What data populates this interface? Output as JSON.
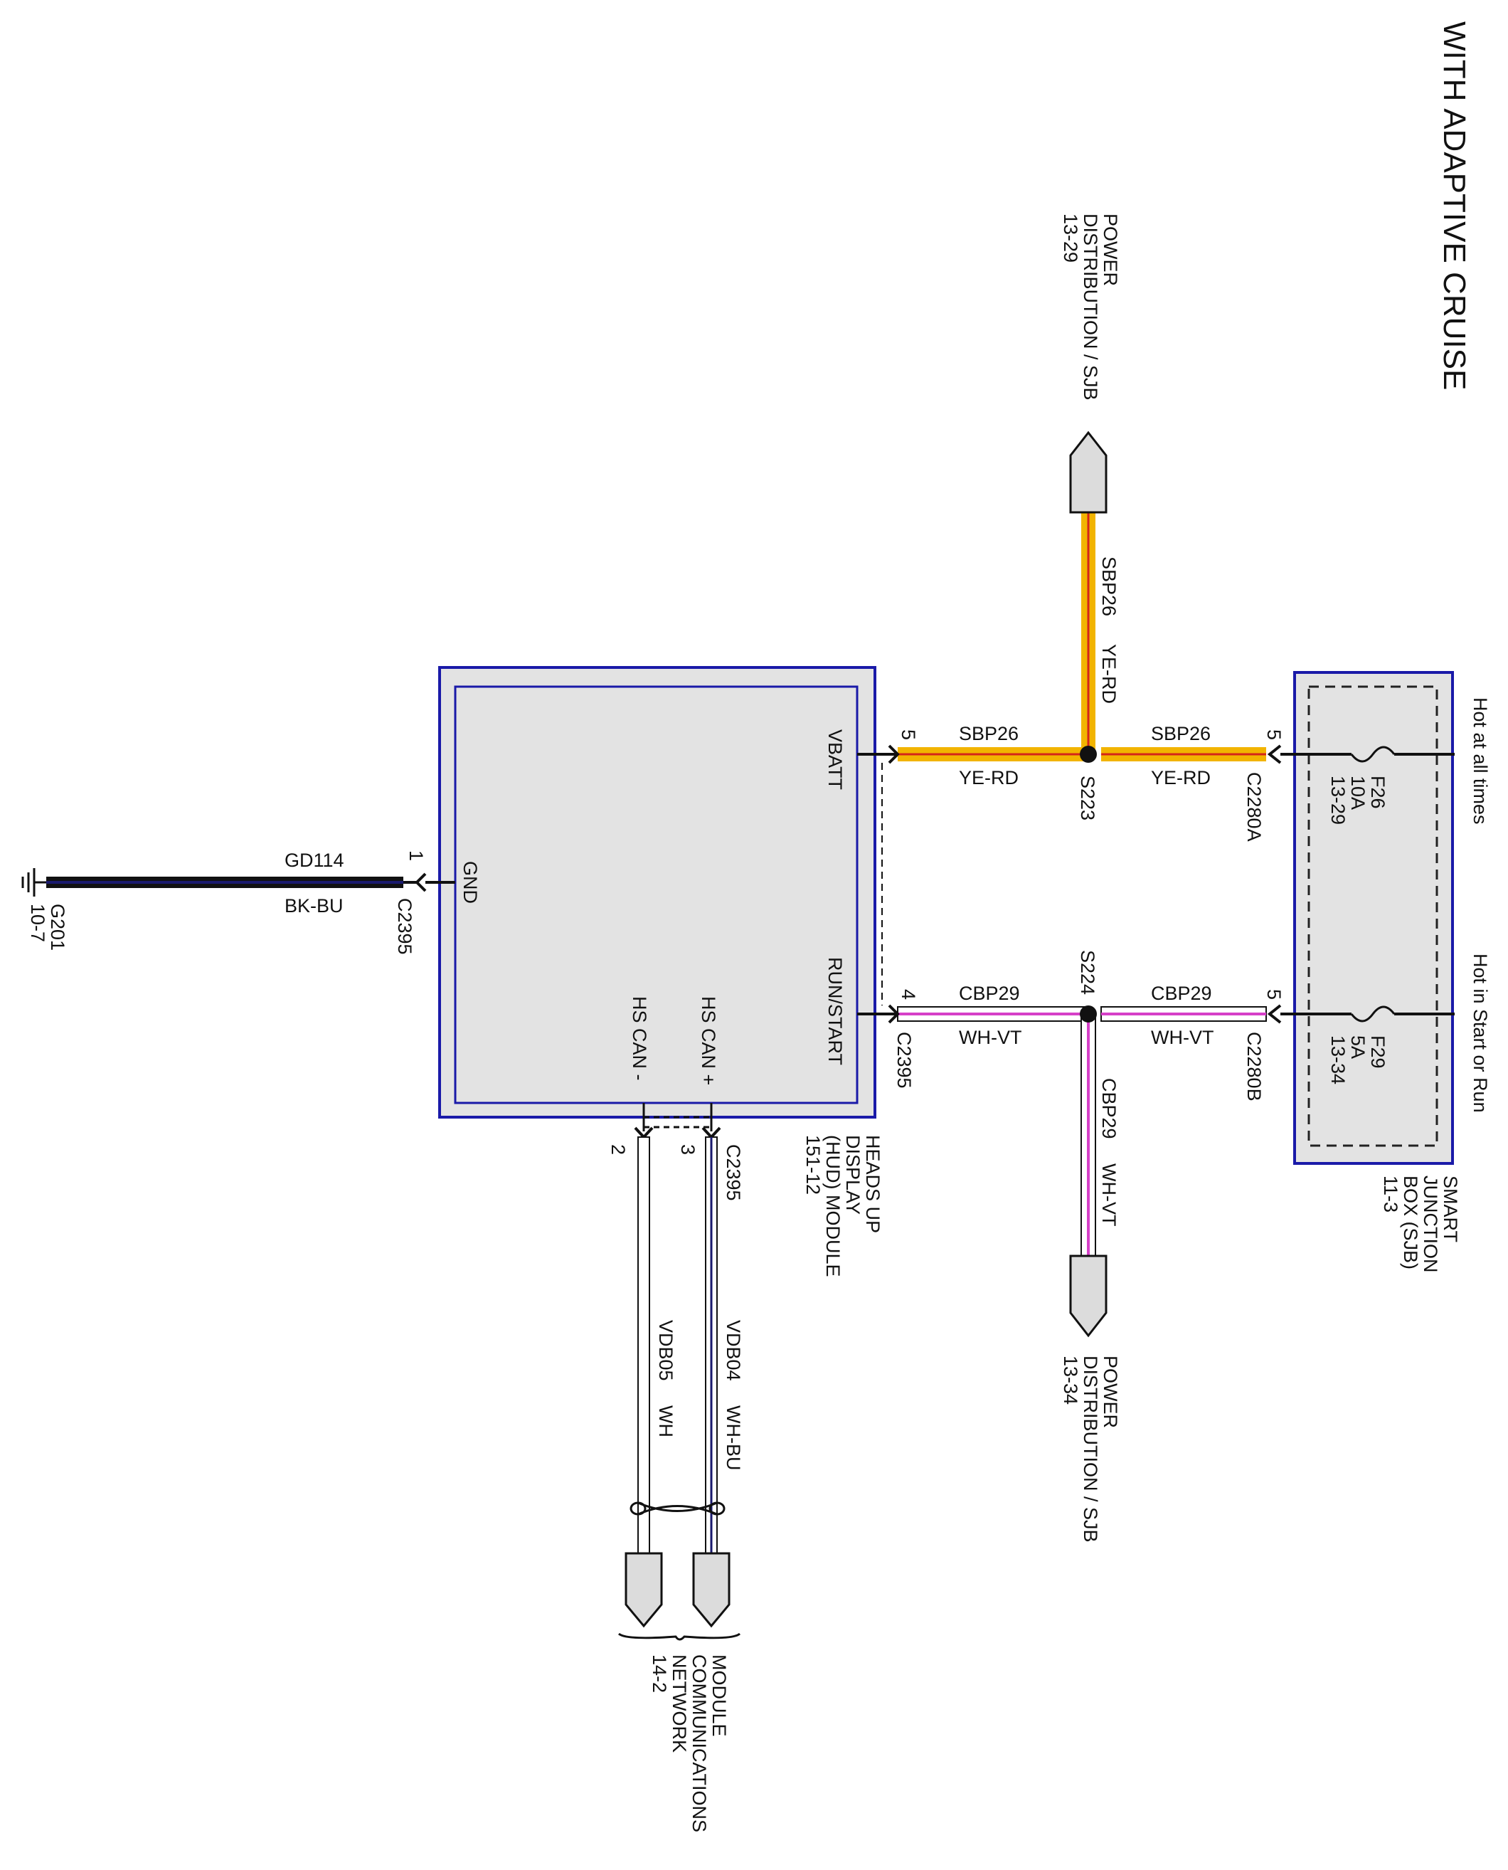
{
  "title": "WITH ADAPTIVE CRUISE",
  "colors": {
    "module_border": "#1a1aa8",
    "module_fill": "#e3e3e3",
    "wire_yellow": "#f2b400",
    "wire_red": "#d4251a",
    "wire_violet": "#d640c8",
    "wire_black": "#111111",
    "wire_blue": "#1a1a6e",
    "arrow_fill": "#dcdcdc"
  },
  "hud_module": {
    "name_lines": [
      "HEADS UP",
      "DISPLAY",
      "(HUD) MODULE",
      "151-12"
    ],
    "pins": {
      "vbatt": "VBATT",
      "run_start": "RUN/START",
      "gnd": "GND",
      "hs_can_plus": "HS CAN +",
      "hs_can_minus": "HS CAN -"
    }
  },
  "sjb": {
    "name_lines": [
      "SMART",
      "JUNCTION",
      "BOX (SJB)",
      "11-3"
    ],
    "hot_at_all_times": "Hot at all times",
    "hot_in_start_or_run": "Hot in Start or Run",
    "fuse_f26": [
      "F26",
      "10A",
      "13-29"
    ],
    "fuse_f29": [
      "F29",
      "5A",
      "13-34"
    ],
    "connector_a": "C2280A",
    "connector_b": "C2280B",
    "pin_a": "5",
    "pin_b": "5"
  },
  "wires": {
    "sbp26_circuit": "SBP26",
    "sbp26_color": "YE-RD",
    "cbp29_circuit": "CBP29",
    "cbp29_color": "WH-VT",
    "gd114_circuit": "GD114",
    "gd114_color": "BK-BU",
    "vdb04_circuit": "VDB04",
    "vdb04_color": "WH-BU",
    "vdb05_circuit": "VDB05",
    "vdb05_color": "WH"
  },
  "splices": {
    "s223": "S223",
    "s224": "S224"
  },
  "hud_connectors": {
    "c2395": "C2395",
    "pin_vbatt": "5",
    "pin_run": "4",
    "pin_gnd": "1",
    "pin_can_plus": "3",
    "pin_can_minus": "2"
  },
  "ground": {
    "label": "G201",
    "ref": "10-7"
  },
  "power_dist_top": [
    "POWER",
    "DISTRIBUTION / SJB",
    "13-29"
  ],
  "power_dist_bottom": [
    "POWER",
    "DISTRIBUTION / SJB",
    "13-34"
  ],
  "module_comm": [
    "MODULE",
    "COMMUNICATIONS",
    "NETWORK",
    "14-2"
  ]
}
